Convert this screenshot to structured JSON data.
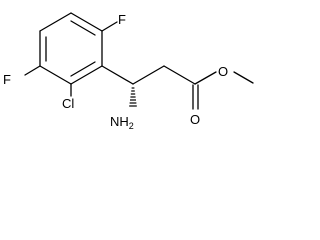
{
  "molecule": {
    "atoms": {
      "f_top": "F",
      "f_left": "F",
      "cl": "Cl",
      "nh2_main": "NH",
      "nh2_sub": "2",
      "o_ester": "O",
      "o_carbonyl": "O"
    },
    "colors": {
      "bond": "#000000",
      "text": "#000000",
      "background": "#ffffff"
    }
  }
}
